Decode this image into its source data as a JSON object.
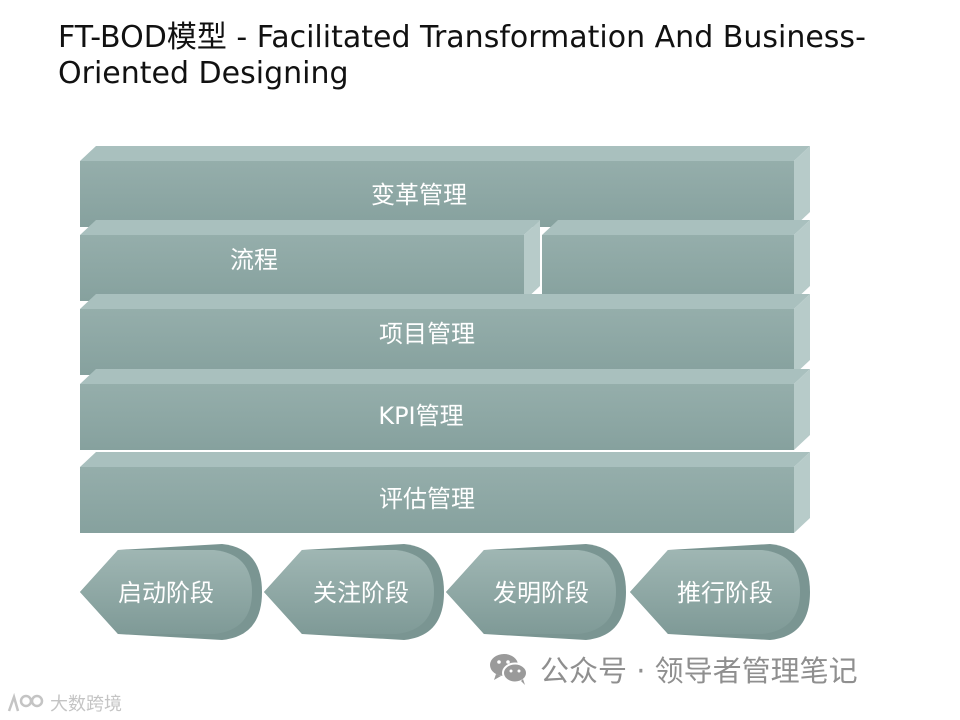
{
  "title": "FT-BOD模型 - Facilitated Transformation And Business-Oriented Designing",
  "layers": {
    "change": "变革管理",
    "process": "流程",
    "process_right": "",
    "project": "项目管理",
    "kpi": "KPI管理",
    "evaluation": "评估管理"
  },
  "phases": [
    "启动阶段",
    "关注阶段",
    "发明阶段",
    "推行阶段"
  ],
  "watermark": {
    "icon": "wechat-icon",
    "text": "公众号 · 领导者管理笔记"
  },
  "corner_logo": {
    "text": "大数跨境"
  },
  "colors": {
    "layer_front": "#8fa9a6",
    "layer_top": "#a4bcba",
    "layer_side": "#b3c8c6",
    "phase_fill": "#8fa9a6",
    "label": "#ffffff"
  }
}
